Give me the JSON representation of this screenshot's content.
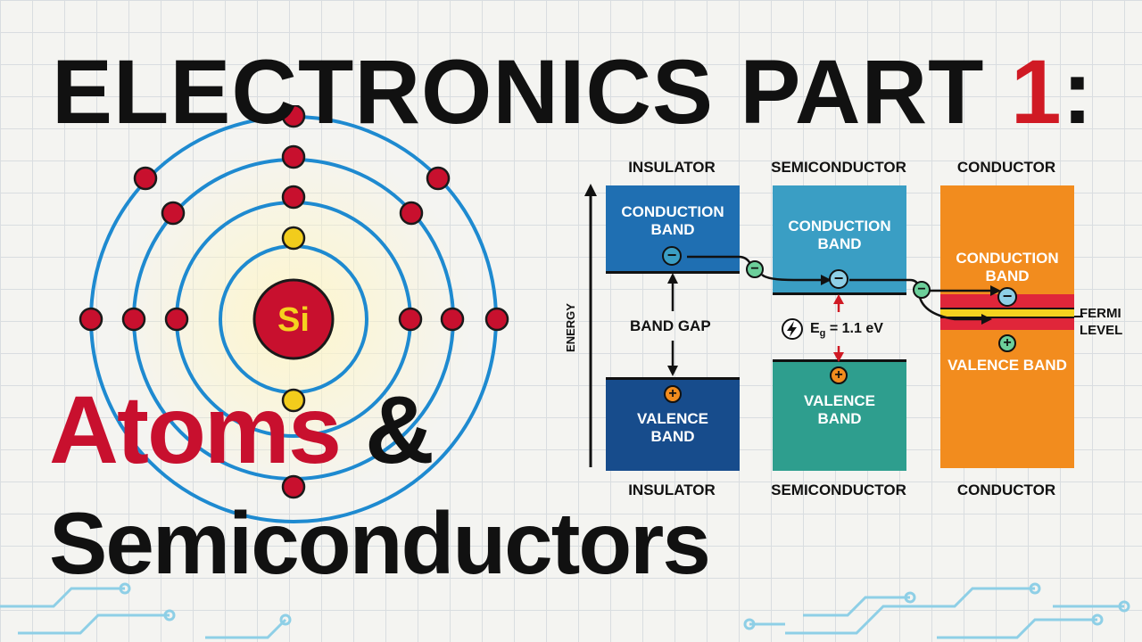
{
  "title": {
    "main": "ELECTRONICS PART ",
    "num": "1",
    "colon": ":"
  },
  "subtitle": {
    "line1": "Atoms",
    "amp": " &",
    "line2": "Semiconductors"
  },
  "atom": {
    "symbol": "Si"
  },
  "diagram": {
    "top_labels": [
      "INSULATOR",
      "SEMICONDUCTOR",
      "CONDUCTOR"
    ],
    "bottom_labels": [
      "INSULATOR",
      "SEMICONDUCTOR",
      "CONDUCTOR"
    ],
    "energy_label": "ENERGY",
    "insulator": {
      "conduction": "CONDUCTION BAND",
      "gap": "BAND GAP",
      "valence": "VALENCE BAND"
    },
    "semiconductor": {
      "conduction": "CONDUCTION BAND",
      "eg_prefix": "E",
      "eg_sub": "g",
      "eg_value": " = 1.1 eV",
      "valence": "VALENCE BAND"
    },
    "conductor": {
      "conduction": "CONDUCTION BAND",
      "valence": "VALENCE BAND",
      "fermi_line1": "FERMI",
      "fermi_line2": "LEVEL"
    },
    "electron_symbol": "−",
    "hole_symbol": "+",
    "colors": {
      "insulator_conduction": "#1f6fb2",
      "insulator_valence": "#174c8c",
      "semi_conduction": "#3a9ec4",
      "semi_valence": "#2e9e8e",
      "conductor": "#f28c1e",
      "fermi_band": "#e0263a",
      "fermi_line": "#f5d21f",
      "title_accent": "#d01a24",
      "orbit": "#1e8ad0",
      "electron_red": "#c8102e",
      "electron_yellow": "#f2cc1c"
    }
  }
}
